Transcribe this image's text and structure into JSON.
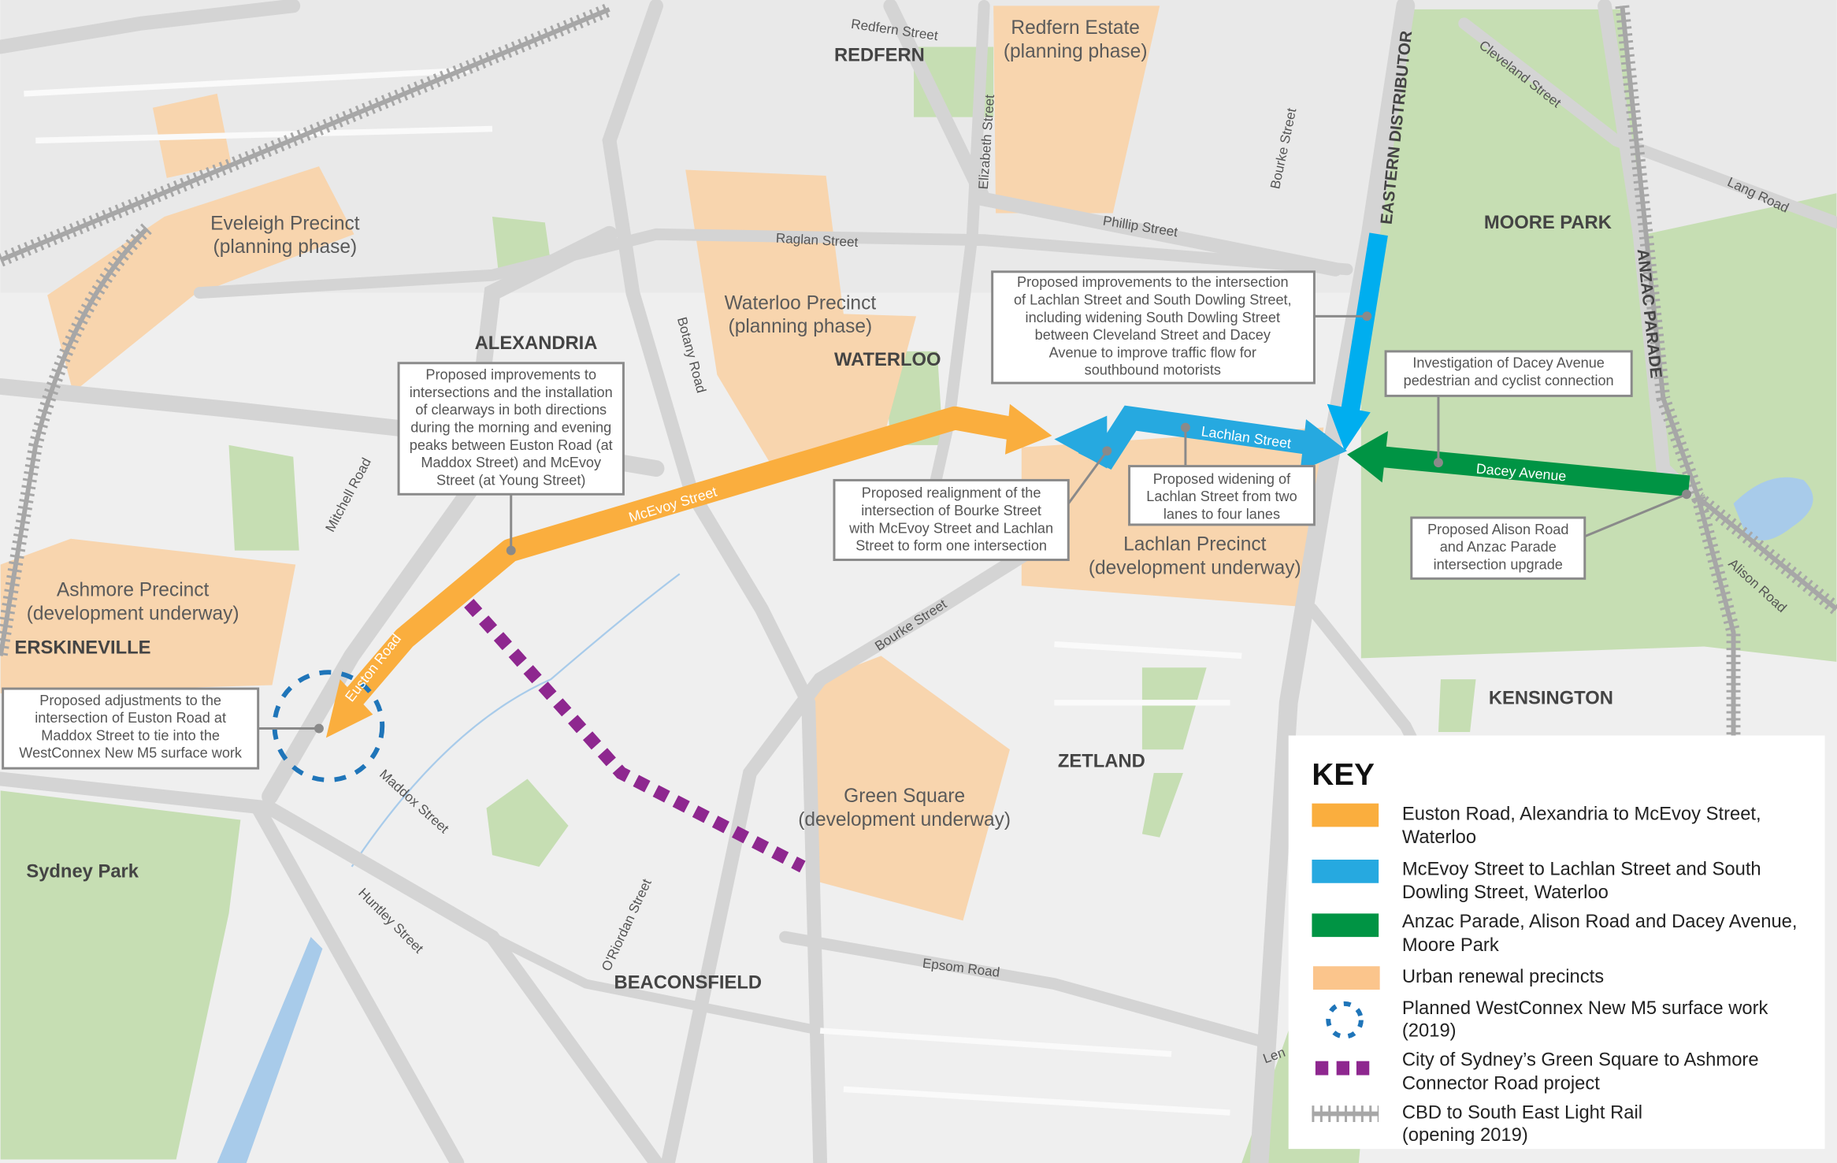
{
  "colors": {
    "orange": "#faae3e",
    "blue": "#26a9e0",
    "green": "#009444",
    "precinct": "#f8d5ae",
    "park": "#c6deb3",
    "purple": "#8e278f",
    "circle": "#1f75b9",
    "rail": "#a7a7a7"
  },
  "areas": {
    "redfern": "REDFERN",
    "alexandria": "ALEXANDRIA",
    "waterloo": "WATERLOO",
    "moore_park": "MOORE PARK",
    "erskineville": "ERSKINEVILLE",
    "kensington": "KENSINGTON",
    "zetland": "ZETLAND",
    "beaconsfield": "BEACONSFIELD",
    "sydney_park": "Sydney Park",
    "eastern_distributor": "EASTERN DISTRIBUTOR",
    "anzac_parade": "ANZAC PARADE"
  },
  "precincts": {
    "redfern": [
      "Redfern Estate",
      "(planning phase)"
    ],
    "eveleigh": [
      "Eveleigh Precinct",
      "(planning phase)"
    ],
    "waterloo": [
      "Waterloo Precinct",
      "(planning phase)"
    ],
    "lachlan": [
      "Lachlan Precinct",
      "(development underway)"
    ],
    "ashmore": [
      "Ashmore Precinct",
      "(development underway)"
    ],
    "green_square": [
      "Green Square",
      "(development underway)"
    ]
  },
  "streets": {
    "redfern": "Redfern Street",
    "elizabeth": "Elizabeth Street",
    "bourke_n": "Bourke Street",
    "cleveland": "Cleveland Street",
    "lang": "Lang Road",
    "phillip": "Phillip Street",
    "raglan": "Raglan Street",
    "botany": "Botany Road",
    "mitchell": "Mitchell Road",
    "bourke_s": "Bourke Street",
    "maddox": "Maddox Street",
    "huntley": "Huntley Street",
    "oriordan": "O'Riordan Street",
    "epsom": "Epsom Road",
    "alison": "Alison Road",
    "lent": "Len"
  },
  "routes": {
    "mcevoy": "McEvoy Street",
    "euston": "Euston Road",
    "lachlan": "Lachlan Street",
    "dacey": "Dacey Avenue"
  },
  "callouts": {
    "mcevoy": [
      "Proposed improvements to",
      "intersections and the installation",
      "of clearways in both directions",
      "during the morning and evening",
      "peaks between Euston Road (at",
      "Maddox Street) and McEvoy",
      "Street (at Young Street)"
    ],
    "dowling": [
      "Proposed improvements to the intersection",
      "of Lachlan Street and South Dowling Street,",
      "including widening South Dowling Street",
      "between Cleveland Street and Dacey",
      "Avenue to improve traffic flow for",
      "southbound motorists"
    ],
    "dacey": [
      "Investigation of Dacey Avenue",
      "pedestrian and cyclist connection"
    ],
    "bourke": [
      "Proposed realignment of the",
      "intersection of Bourke Street",
      "with McEvoy Street and Lachlan",
      "Street to form one intersection"
    ],
    "lachlan": [
      "Proposed widening of",
      "Lachlan Street from two",
      "lanes to four lanes"
    ],
    "alison": [
      "Proposed Alison Road",
      "and Anzac Parade",
      "intersection upgrade"
    ],
    "euston": [
      "Proposed adjustments to the",
      "intersection of Euston Road at",
      "Maddox Street to tie into the",
      "WestConnex New M5 surface work"
    ]
  },
  "key": {
    "title": "KEY",
    "items": [
      {
        "icon": "orange-swatch",
        "lines": [
          "Euston Road, Alexandria to McEvoy Street,",
          "Waterloo"
        ]
      },
      {
        "icon": "blue-swatch",
        "lines": [
          "McEvoy Street to Lachlan Street and South",
          "Dowling Street, Waterloo"
        ]
      },
      {
        "icon": "green-swatch",
        "lines": [
          "Anzac Parade, Alison Road and Dacey Avenue,",
          "Moore Park"
        ]
      },
      {
        "icon": "precinct-swatch",
        "lines": [
          "Urban renewal precincts"
        ]
      },
      {
        "icon": "dashed-circle",
        "lines": [
          "Planned WestConnex New M5 surface work",
          "(2019)"
        ]
      },
      {
        "icon": "purple-dots",
        "lines": [
          "City of Sydney’s Green Square to Ashmore",
          "Connector Road project"
        ]
      },
      {
        "icon": "light-rail",
        "lines": [
          "CBD to South East Light Rail",
          "(opening 2019)"
        ]
      }
    ]
  }
}
